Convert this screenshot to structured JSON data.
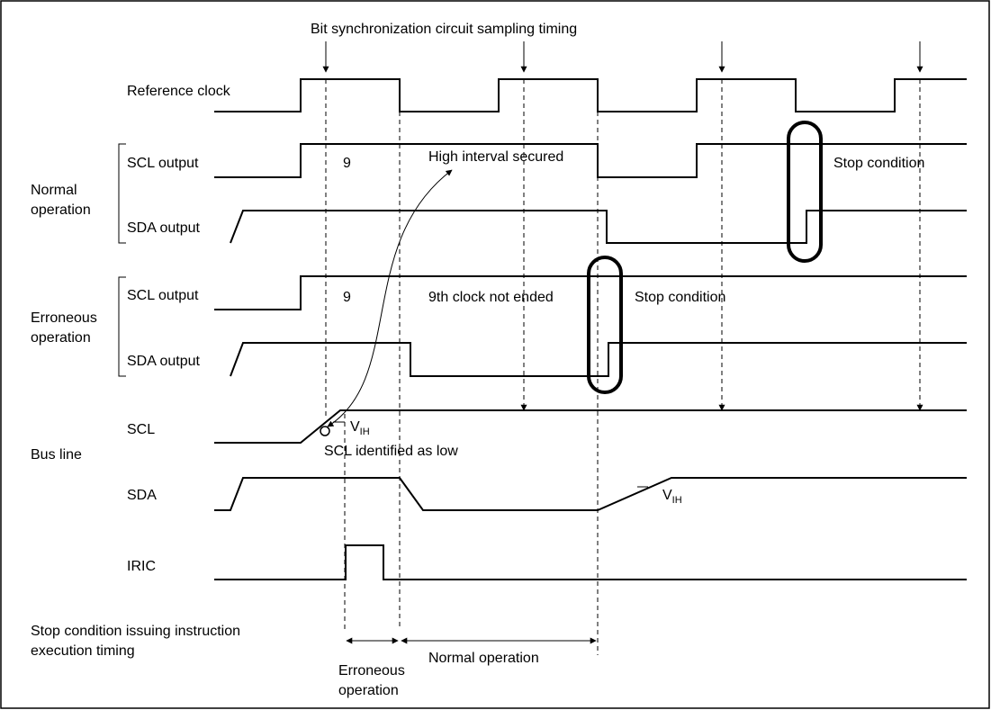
{
  "labels": {
    "title": "Bit synchronization circuit sampling timing",
    "reference_clock": "Reference clock",
    "scl_output_normal": "SCL output",
    "sda_output_normal": "SDA output",
    "normal_operation_line1": "Normal",
    "normal_operation_line2": "operation",
    "scl_output_erroneous": "SCL output",
    "sda_output_erroneous": "SDA output",
    "erroneous_operation_line1": "Erroneous",
    "erroneous_operation_line2": "operation",
    "bus_scl": "SCL",
    "bus_sda": "SDA",
    "bus_line": "Bus line",
    "iric": "IRIC",
    "stop_issue_line1": "Stop condition issuing instruction",
    "stop_issue_line2": "execution timing"
  },
  "annotations": {
    "clock_number_normal": "9",
    "high_interval_secured": "High interval secured",
    "stop_condition_normal": "Stop condition",
    "clock_number_erroneous": "9",
    "ninth_clock_not_ended": "9th clock not ended",
    "stop_condition_erroneous": "Stop condition",
    "scl_identified_low": "SCL identified as low",
    "vih_scl_base": "V",
    "vih_scl_sub": "IH",
    "vih_sda_base": "V",
    "vih_sda_sub": "IH",
    "interval_erroneous_line1": "Erroneous",
    "interval_erroneous_line2": "operation",
    "interval_normal": "Normal operation"
  }
}
